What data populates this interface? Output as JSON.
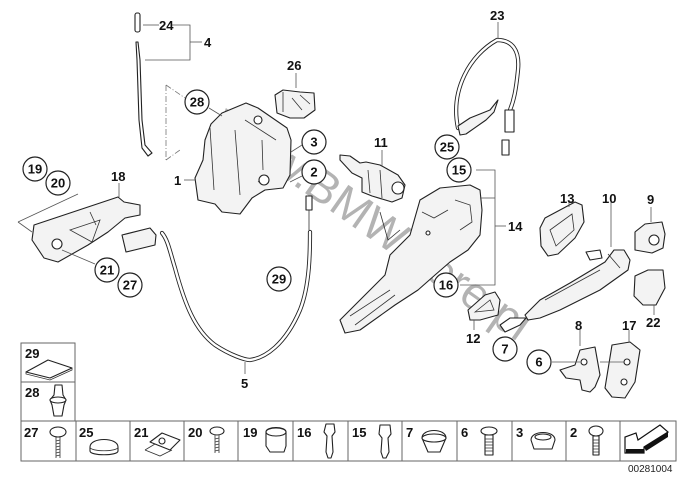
{
  "diagram": {
    "title": "Door lock and outside handle parts diagram",
    "watermark": "www.BMWstore.pl",
    "document_number": "00281004",
    "callouts": {
      "p1": "1",
      "p2": "2",
      "p3": "3",
      "p4": "4",
      "p5": "5",
      "p6": "6",
      "p7": "7",
      "p8": "8",
      "p9": "9",
      "p10": "10",
      "p11": "11",
      "p12": "12",
      "p13": "13",
      "p14": "14",
      "p15": "15",
      "p16": "16",
      "p17": "17",
      "p18": "18",
      "p19": "19",
      "p20": "20",
      "p21": "21",
      "p22": "22",
      "p23": "23",
      "p24": "24",
      "p25": "25",
      "p26": "26",
      "p27": "27",
      "p28": "28",
      "p29": "29"
    },
    "legend_left": [
      {
        "label": "29",
        "icon": "foam-pad-icon"
      },
      {
        "label": "28",
        "icon": "expanding-rivet-icon"
      }
    ],
    "legend_bottom": [
      {
        "label": "27",
        "icon": "screw-with-washer-icon"
      },
      {
        "label": "25",
        "icon": "blanking-plug-icon"
      },
      {
        "label": "21",
        "icon": "clip-nut-icon"
      },
      {
        "label": "20",
        "icon": "pan-head-screw-icon"
      },
      {
        "label": "19",
        "icon": "grommet-icon"
      },
      {
        "label": "16",
        "icon": "stud-bolt-icon"
      },
      {
        "label": "15",
        "icon": "stud-bolt-icon"
      },
      {
        "label": "7",
        "icon": "cap-plug-icon"
      },
      {
        "label": "6",
        "icon": "countersunk-screw-icon"
      },
      {
        "label": "3",
        "icon": "grommet-icon"
      },
      {
        "label": "2",
        "icon": "torx-screw-icon"
      },
      {
        "label": "",
        "icon": "direction-arrow-icon"
      }
    ]
  }
}
